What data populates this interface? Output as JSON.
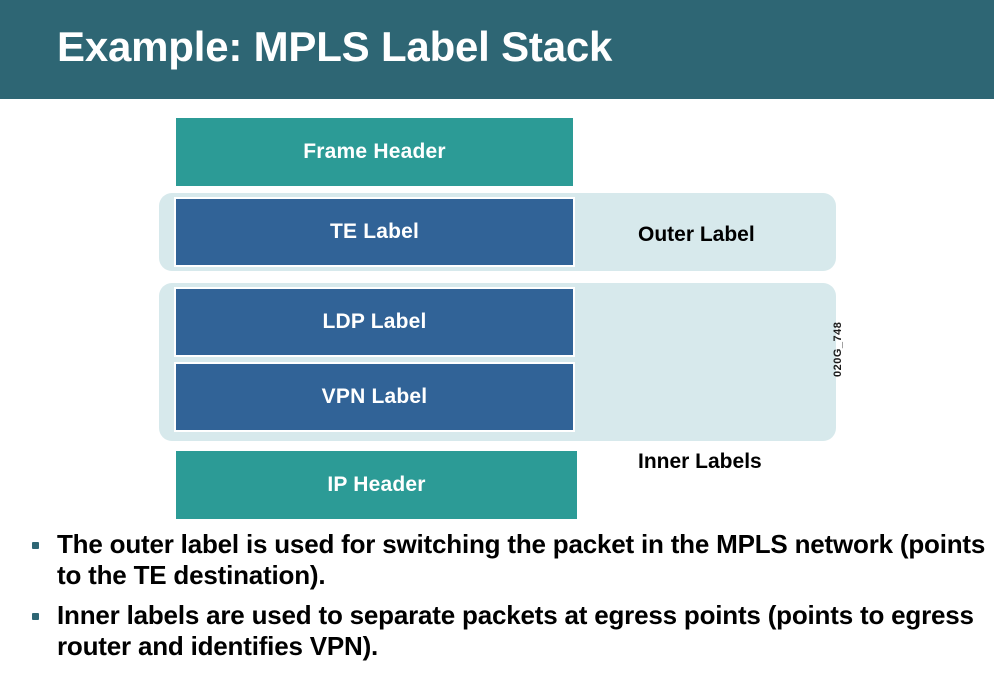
{
  "header": {
    "title": "Example: MPLS Label Stack",
    "background_color": "#2E6674",
    "title_color": "#FFFFFF"
  },
  "diagram": {
    "figure_reference": "020G_748",
    "colors": {
      "teal_block": "#2C9B96",
      "blue_block": "#316397",
      "group_panel": "#D7E9EC",
      "block_text": "#FFFFFF",
      "caption_text": "#000000"
    },
    "stack": [
      {
        "label": "Frame Header",
        "style": "teal",
        "group": null
      },
      {
        "label": "TE Label",
        "style": "blue",
        "group": "Outer Label"
      },
      {
        "label": "LDP Label",
        "style": "blue",
        "group": "Inner Labels"
      },
      {
        "label": "VPN Label",
        "style": "blue",
        "group": "Inner Labels"
      },
      {
        "label": "IP Header",
        "style": "teal",
        "group": null
      }
    ],
    "groups": [
      {
        "caption": "Outer Label",
        "members": [
          "TE Label"
        ]
      },
      {
        "caption": "Inner Labels",
        "members": [
          "LDP Label",
          "VPN Label"
        ]
      }
    ]
  },
  "bullets": [
    {
      "text": "The outer label is used for switching the packet in the MPLS network (points to the TE destination)."
    },
    {
      "text": "Inner labels are used to separate packets at egress points (points to egress router and identifies VPN)."
    }
  ]
}
